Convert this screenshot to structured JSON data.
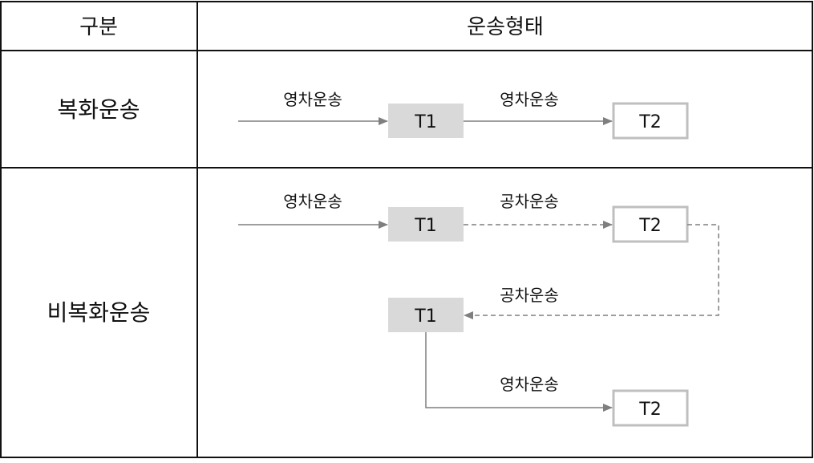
{
  "table": {
    "header": {
      "col1": "구분",
      "col2": "운송형태"
    },
    "rows": [
      {
        "label": "복화운송"
      },
      {
        "label": "비복화운송"
      }
    ]
  },
  "diagram": {
    "row1": {
      "in_label": "영차운송",
      "node_a": "T1",
      "mid_label": "영차운송",
      "node_b": "T2"
    },
    "row2": {
      "in_label": "영차운송",
      "node_a": "T1",
      "mid_label": "공차운송",
      "node_b": "T2",
      "return_label": "공차운송",
      "node_c": "T1",
      "down_label": "영차운송",
      "node_d": "T2"
    }
  },
  "colors": {
    "border": "#111111",
    "filled_node": "#d9d9d9",
    "outline_node": "#bfbfbf",
    "arrow": "#7f7f7f"
  }
}
